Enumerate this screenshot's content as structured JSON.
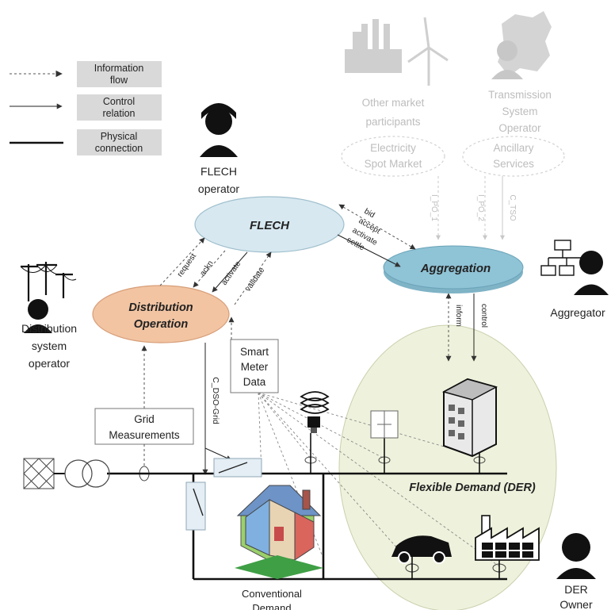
{
  "legend": {
    "info_1": "Information",
    "info_2": "flow",
    "ctrl_1": "Control",
    "ctrl_2": "relation",
    "phys_1": "Physical",
    "phys_2": "connection"
  },
  "actors": {
    "flech_op_1": "FLECH",
    "flech_op_2": "operator",
    "dso_1": "Distribution",
    "dso_2": "system",
    "dso_3": "operator",
    "aggregator": "Aggregator",
    "der_owner_1": "DER",
    "der_owner_2": "Owner",
    "other_1": "Other market",
    "other_2": "participants",
    "tso_1": "Transmission",
    "tso_2": "System",
    "tso_3": "Operator"
  },
  "nodes": {
    "flech": "FLECH",
    "aggregation": "Aggregation",
    "distribution_1": "Distribution",
    "distribution_2": "Operation",
    "spot_1": "Electricity",
    "spot_2": "Spot Market",
    "ancillary_1": "Ancillary",
    "ancillary_2": "Services",
    "smart_1": "Smart",
    "smart_2": "Meter",
    "smart_3": "Data",
    "grid_1": "Grid",
    "grid_2": "Measurements",
    "flex_demand": "Flexible Demand (DER)",
    "conventional_1": "Conventional",
    "conventional_2": "Demand"
  },
  "edges": {
    "request": "request",
    "ackn": "ackn",
    "activate": "activate",
    "validate": "validate",
    "bid": "bid",
    "accept": "accept",
    "activate2": "activate",
    "settle": "settle",
    "inform": "inform",
    "control": "control",
    "c_dso_grid": "C_DSO-Grid",
    "i_po_1": "I_PO_1",
    "i_po_2": "I_PO_2",
    "c_tso": "C_TSO"
  },
  "colors": {
    "flech_fill": "#d7e8f0",
    "aggregation_fill": "#8fc3d6",
    "distribution_fill": "#f2c4a2",
    "flex_fill": "#eef2dc"
  }
}
